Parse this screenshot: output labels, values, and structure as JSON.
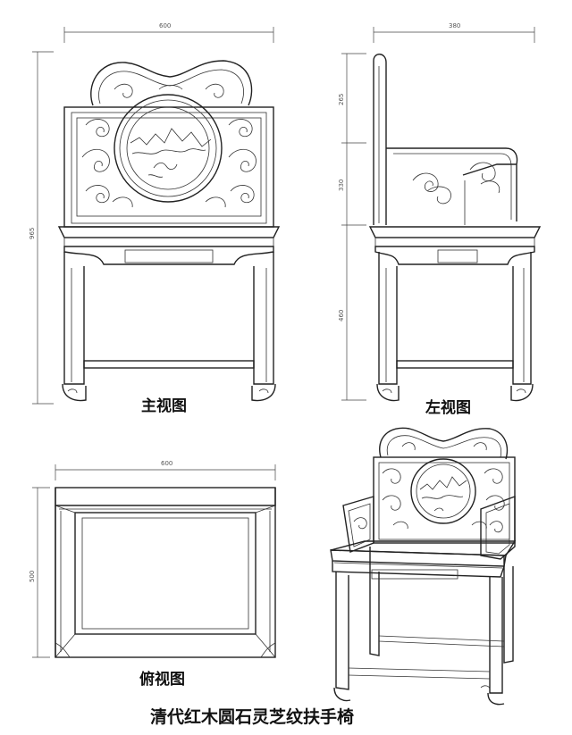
{
  "views": {
    "front": {
      "caption": "主视图"
    },
    "left": {
      "caption": "左视图"
    },
    "top": {
      "caption": "俯视图"
    }
  },
  "title": "清代红木圆石灵芝纹扶手椅",
  "dimensions": {
    "front_width": "600",
    "left_depth": "380",
    "front_height": "965",
    "back_upper": "265",
    "back_lower": "330",
    "seat_height": "460",
    "top_width": "600",
    "top_depth": "500"
  }
}
